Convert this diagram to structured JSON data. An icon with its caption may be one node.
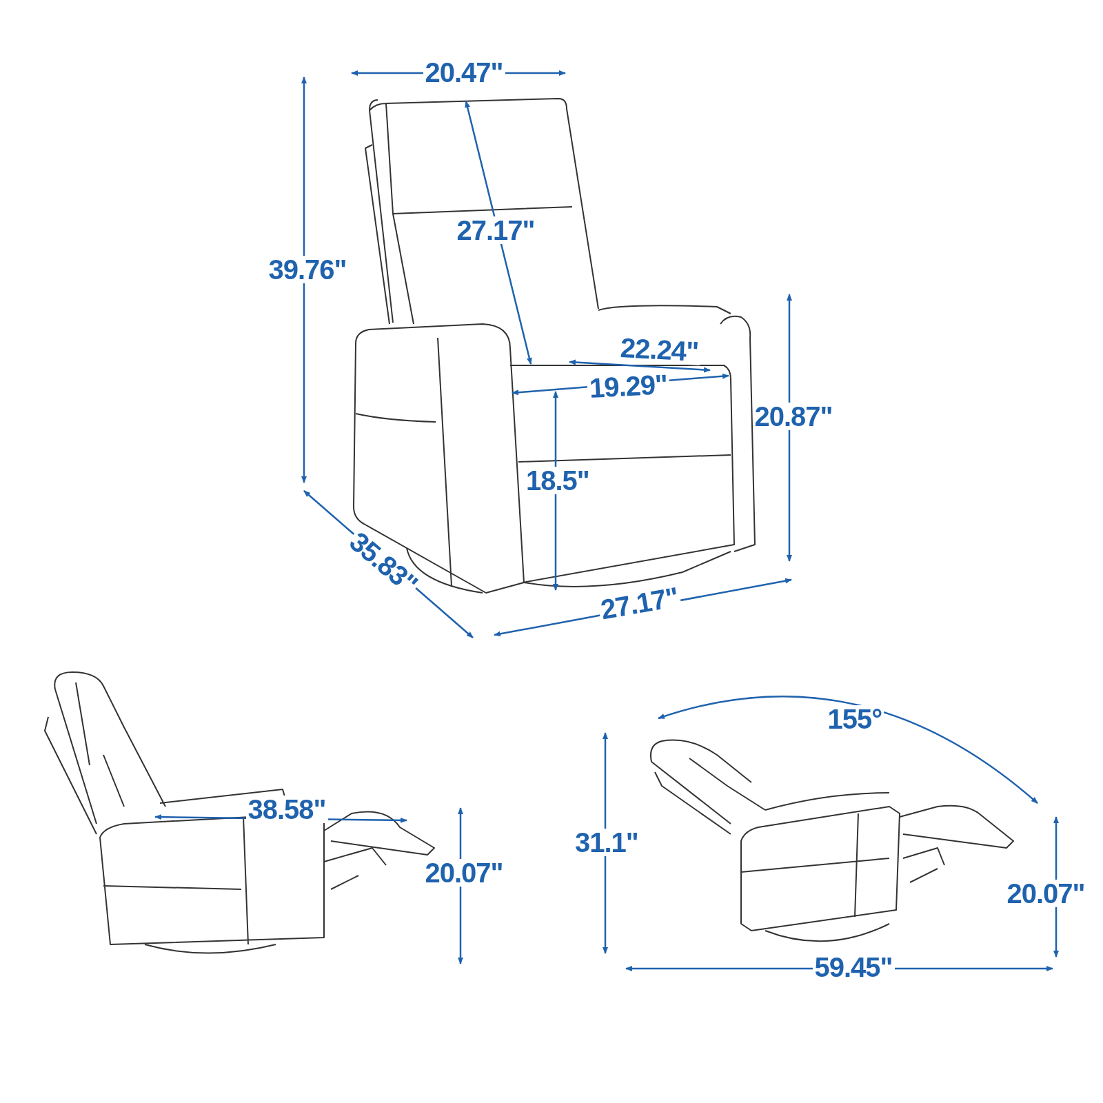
{
  "diagram": {
    "labels": [
      "20.47\"",
      "27.17\"",
      "39.76\"",
      "22.24\"",
      "19.29\"",
      "20.87\"",
      "18.5\"",
      "35.83\"",
      "27.17\"",
      "155°",
      "38.58\"",
      "31.1\"",
      "20.07\"",
      "20.07\"",
      "59.45\""
    ]
  }
}
